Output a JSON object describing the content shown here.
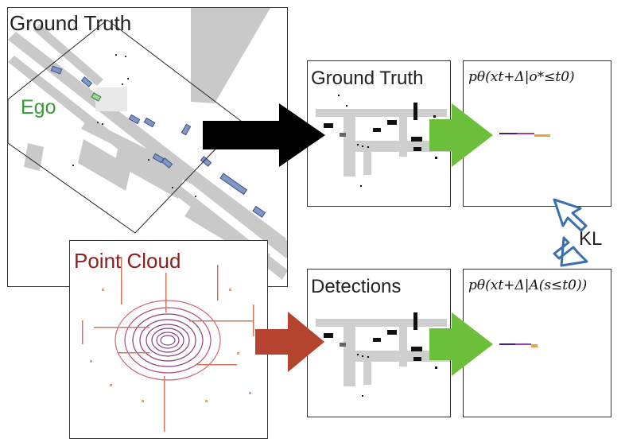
{
  "labels": {
    "ground_truth_big": "Ground Truth",
    "ego": "Ego",
    "ground_truth_small": "Ground Truth",
    "point_cloud": "Point Cloud",
    "detections": "Detections",
    "kl": "KL"
  },
  "formulas": {
    "top": "pθ(xt+Δ|o*≤t0)",
    "bottom": "pθ(xt+Δ|A(s≤t0))"
  },
  "colors": {
    "ego": "#3a9a3a",
    "point_cloud_label": "#8b2020",
    "black_arrow": "#000000",
    "red_arrow": "#b5442f",
    "green_arrow": "#6bbf3a",
    "kl_arrow": "#3a6fb0",
    "road": "#c8c8c8",
    "vehicle": "#7f97c8"
  },
  "icons": [
    "right-arrow",
    "kl-arrow-up",
    "kl-arrow-down"
  ]
}
